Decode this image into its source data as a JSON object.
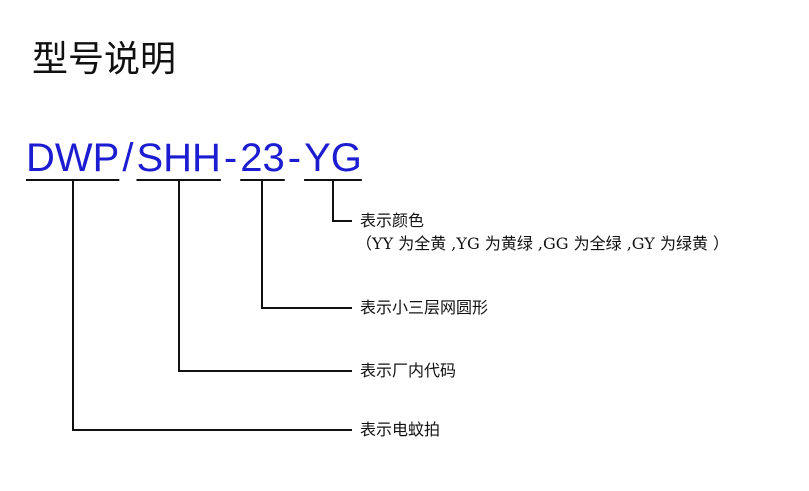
{
  "title": "型号说明",
  "code": {
    "segments": [
      "DWP",
      "/",
      "SHH",
      "-",
      "23",
      "-",
      "YG"
    ],
    "color": "#1c1cd0"
  },
  "labels": {
    "color": "表示颜色",
    "color_detail": "（YY 为全黄 ,YG 为黄绿 ,GG 为全绿 ,GY 为绿黄 ）",
    "wires": "表示小三层网圆形",
    "factory": "表示厂内代码",
    "cable": "表示电蚊拍"
  }
}
